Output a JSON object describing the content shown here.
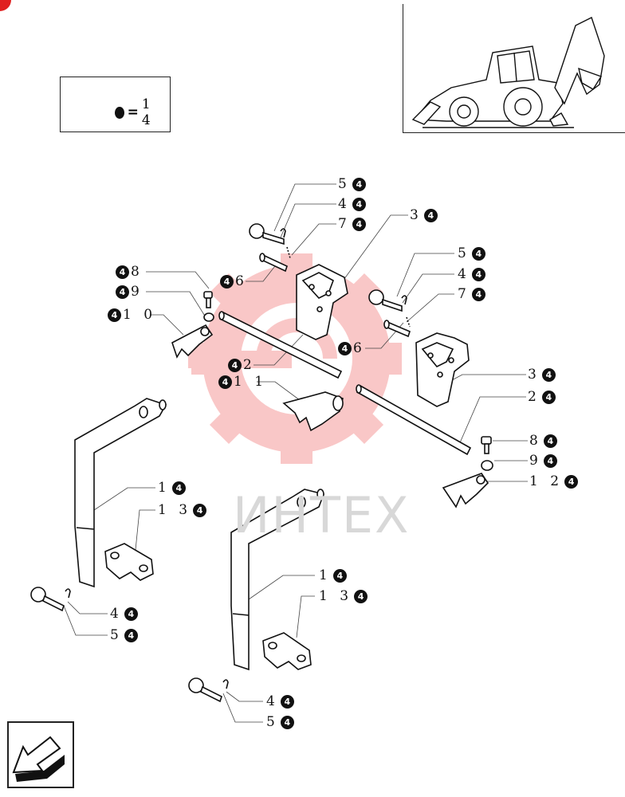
{
  "kit": {
    "icon": "parts-bag-icon",
    "label": "1 4"
  },
  "watermark": {
    "text": "ИНТЕХ",
    "color": "#f26a6a"
  },
  "nav": {
    "icon": "previous-page-arrow-icon"
  },
  "callouts": [
    {
      "id": "c54a",
      "num": "5",
      "marker": "4",
      "side": "left"
    },
    {
      "id": "c44a",
      "num": "4",
      "marker": "4",
      "side": "left"
    },
    {
      "id": "c74a",
      "num": "7",
      "marker": "4",
      "side": "left"
    },
    {
      "id": "c34a",
      "num": "3",
      "marker": "4",
      "side": "left"
    },
    {
      "id": "c48",
      "num": "8",
      "marker": "4",
      "side": "right"
    },
    {
      "id": "c46a",
      "num": "6",
      "marker": "4",
      "side": "right"
    },
    {
      "id": "c49",
      "num": "9",
      "marker": "4",
      "side": "right"
    },
    {
      "id": "c410",
      "num": "1 0",
      "marker": "4",
      "side": "right"
    },
    {
      "id": "c54b",
      "num": "5",
      "marker": "4",
      "side": "left"
    },
    {
      "id": "c44b",
      "num": "4",
      "marker": "4",
      "side": "left"
    },
    {
      "id": "c74b",
      "num": "7",
      "marker": "4",
      "side": "left"
    },
    {
      "id": "c46b",
      "num": "6",
      "marker": "4",
      "side": "right"
    },
    {
      "id": "c42",
      "num": "2",
      "marker": "4",
      "side": "right"
    },
    {
      "id": "c411",
      "num": "1 1",
      "marker": "4",
      "side": "right"
    },
    {
      "id": "c34b",
      "num": "3",
      "marker": "4",
      "side": "left"
    },
    {
      "id": "c24",
      "num": "2",
      "marker": "4",
      "side": "left"
    },
    {
      "id": "c84",
      "num": "8",
      "marker": "4",
      "side": "left"
    },
    {
      "id": "c94",
      "num": "9",
      "marker": "4",
      "side": "left"
    },
    {
      "id": "c124",
      "num": "1 2",
      "marker": "4",
      "side": "left"
    },
    {
      "id": "c14a",
      "num": "1",
      "marker": "4",
      "side": "left"
    },
    {
      "id": "c134a",
      "num": "1 3",
      "marker": "4",
      "side": "left"
    },
    {
      "id": "c44c",
      "num": "4",
      "marker": "4",
      "side": "left"
    },
    {
      "id": "c54c",
      "num": "5",
      "marker": "4",
      "side": "left"
    },
    {
      "id": "c14b",
      "num": "1",
      "marker": "4",
      "side": "left"
    },
    {
      "id": "c134b",
      "num": "1 3",
      "marker": "4",
      "side": "left"
    },
    {
      "id": "c44d",
      "num": "4",
      "marker": "4",
      "side": "left"
    },
    {
      "id": "c54d",
      "num": "5",
      "marker": "4",
      "side": "left"
    }
  ]
}
